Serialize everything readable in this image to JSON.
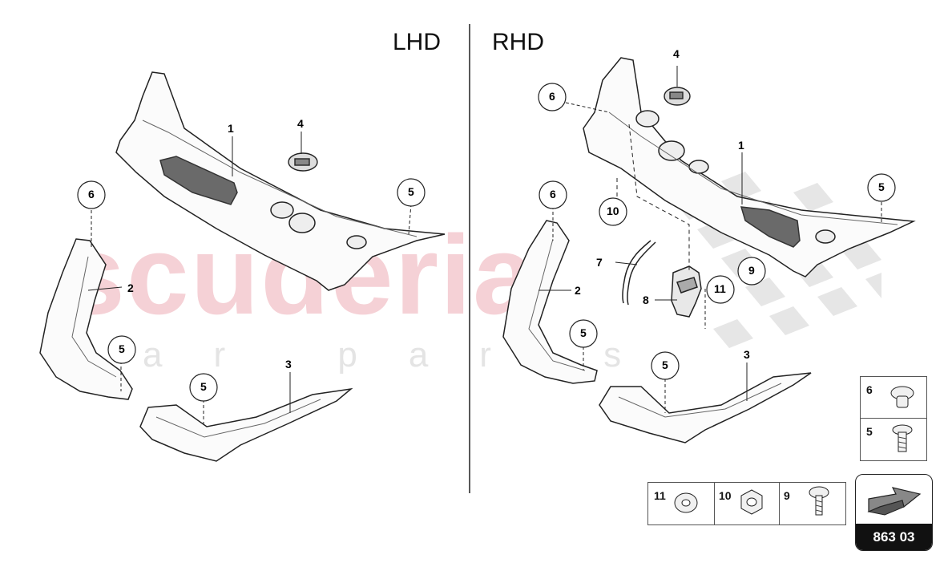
{
  "titles": {
    "left": "LHD",
    "right": "RHD"
  },
  "watermark": {
    "main": "scuderia",
    "sub": "car parts"
  },
  "callouts": {
    "lhd": [
      "1",
      "2",
      "3",
      "4",
      "5",
      "5",
      "5",
      "6"
    ],
    "rhd": [
      "1",
      "2",
      "3",
      "4",
      "5",
      "5",
      "5",
      "6",
      "7",
      "8",
      "9",
      "10",
      "11"
    ]
  },
  "hardware_side": [
    {
      "num": "6",
      "icon": "clip-icon"
    },
    {
      "num": "5",
      "icon": "screw-icon"
    }
  ],
  "hardware_bottom": [
    {
      "num": "11",
      "icon": "washer-icon"
    },
    {
      "num": "10",
      "icon": "nut-icon"
    },
    {
      "num": "9",
      "icon": "bolt-icon"
    }
  ],
  "badge": {
    "code": "863 03"
  },
  "colors": {
    "watermark_red": "#f4c9cf",
    "line": "#222222"
  }
}
